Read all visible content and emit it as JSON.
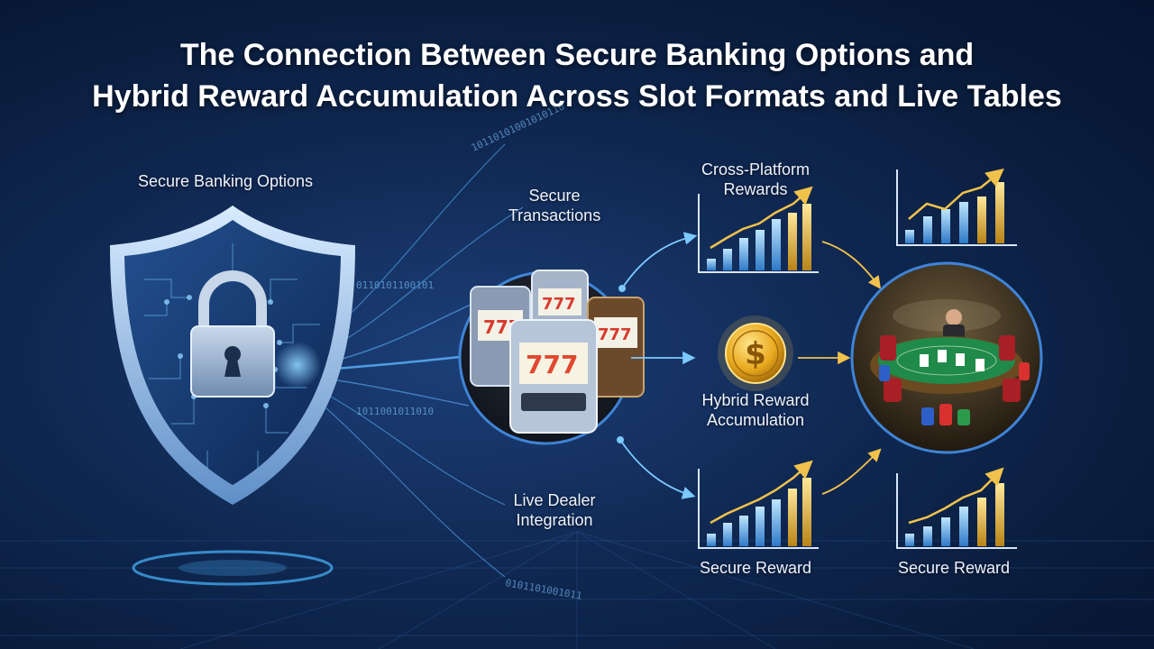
{
  "title": {
    "line1": "The Connection Between Secure Banking Options and",
    "line2": "Hybrid Reward Accumulation Across Slot Formats and Live Tables"
  },
  "labels": {
    "secure_banking": "Secure Banking Options",
    "secure_transactions": [
      "Secure",
      "Transactions"
    ],
    "live_dealer": [
      "Live Dealer",
      "Integration"
    ],
    "cross_platform": [
      "Cross-Platform",
      "Rewards"
    ],
    "hybrid_reward": [
      "Hybrid Reward",
      "Accumulation"
    ],
    "secure_reward_1": "Secure Reward",
    "secure_reward_2": "Secure Reward"
  },
  "binary_strings": [
    "10110101001010110",
    "0110101100101",
    "1011001011010",
    "0101101001011"
  ],
  "icons": [
    "shield-lock-icon",
    "slot-machines-icon",
    "dollar-coin-icon",
    "live-table-icon",
    "growth-chart-icon"
  ],
  "colors": {
    "background": "#0f2750",
    "accent_blue": "#4ab6ff",
    "gold": "#f1c24b",
    "shield": "#9cc7f0"
  }
}
